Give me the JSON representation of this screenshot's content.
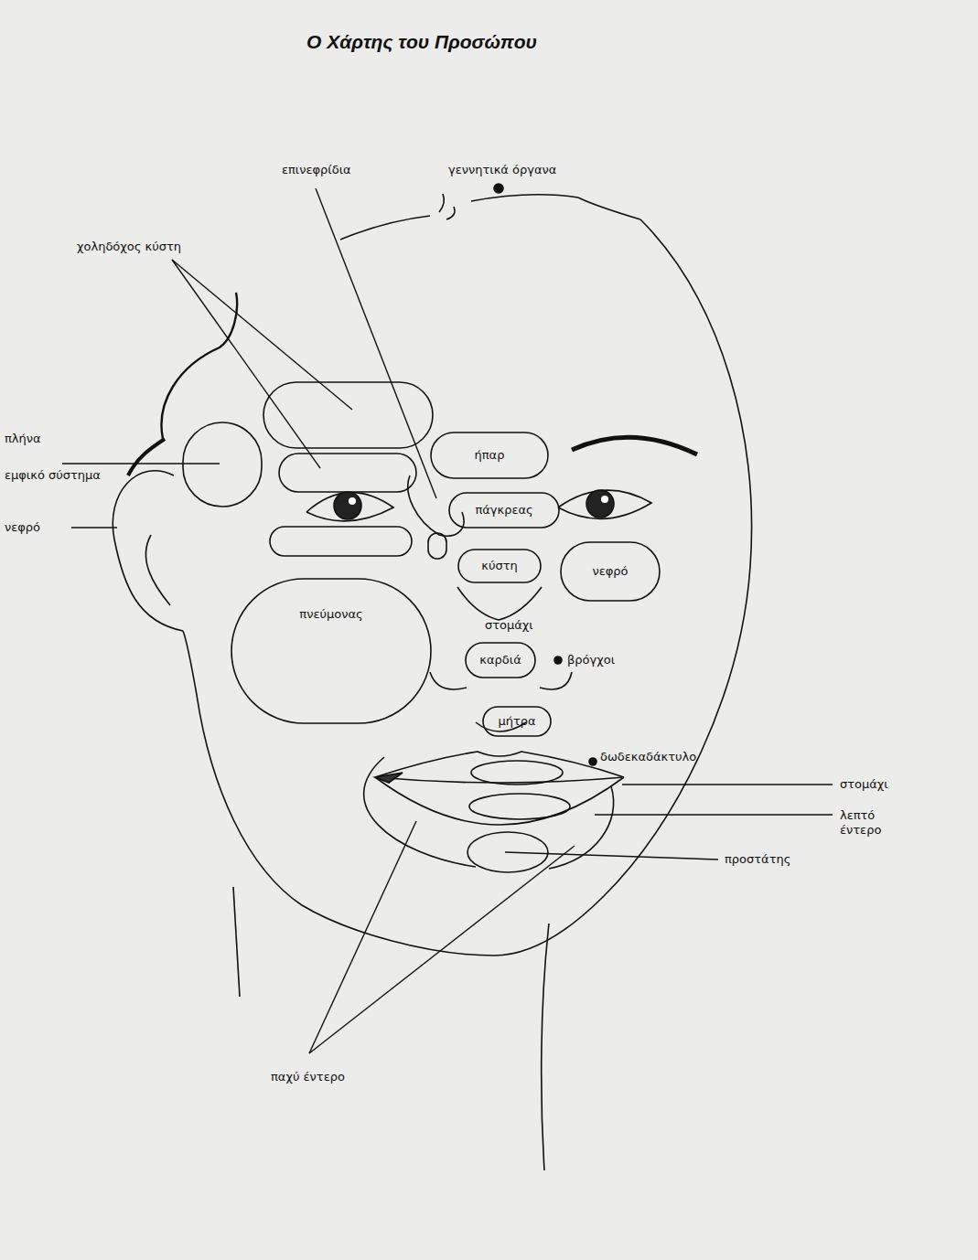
{
  "diagram": {
    "title": "Ο Χάρτης του Προσώπου",
    "nodes": [
      {
        "text": [
          "ήπαρ"
        ]
      },
      {
        "text": [
          "πάγκρεας"
        ]
      },
      {
        "text": [
          "κύστη"
        ]
      },
      {
        "text": [
          "νεφρό"
        ]
      },
      {
        "text": [
          "πνεύμονας"
        ]
      },
      {
        "text": [
          "καρδιά"
        ]
      },
      {
        "text": [
          "μήτρα"
        ]
      }
    ],
    "labels": [
      "επινεφρίδια",
      "γεννητικά όργανα",
      "χοληδόχος κύστη",
      "πλήνα",
      "εμφικό σύστημα",
      "νεφρό",
      "στομάχι",
      "βρόγχοι",
      "δωδεκαδάκτυλο",
      "στομάχι",
      "λεπτό έντερο",
      "προστάτης",
      "παχύ έντερο"
    ]
  }
}
